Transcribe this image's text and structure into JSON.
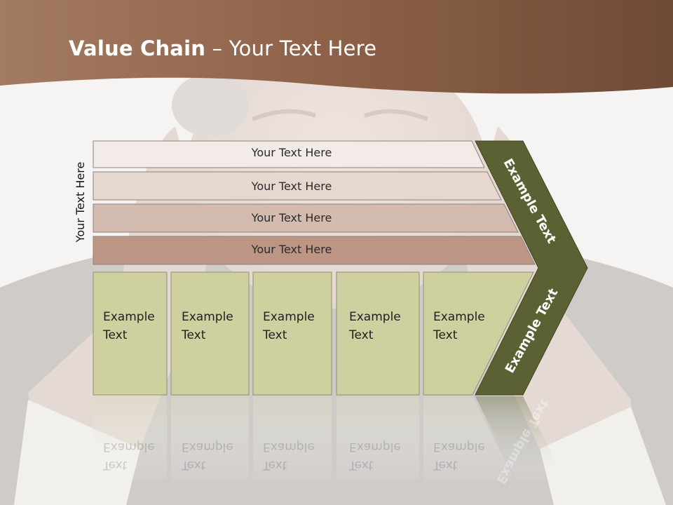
{
  "title": {
    "bold": "Value Chain",
    "rest": " – Your Text Here"
  },
  "vertical_label": "Your Text Here",
  "bars": [
    {
      "label": "Your Text Here"
    },
    {
      "label": "Your Text Here"
    },
    {
      "label": "Your Text Here"
    },
    {
      "label": "Your Text Here"
    }
  ],
  "cells": [
    {
      "line1": "Example",
      "line2": "Text"
    },
    {
      "line1": "Example",
      "line2": "Text"
    },
    {
      "line1": "Example",
      "line2": "Text"
    },
    {
      "line1": "Example",
      "line2": "Text"
    },
    {
      "line1": "Example",
      "line2": "Text"
    }
  ],
  "arrow": {
    "upper_label": "Example Text",
    "lower_label": "Example Text"
  },
  "colors": {
    "header_brown": "#8a5a40",
    "bar_1": "#f3ebe7",
    "bar_2": "#e6d7cf",
    "bar_3": "#d4bbb0",
    "bar_4": "#bc9584",
    "cell_fill": "#cfd0a0",
    "arrow_fill": "#5c6133"
  }
}
